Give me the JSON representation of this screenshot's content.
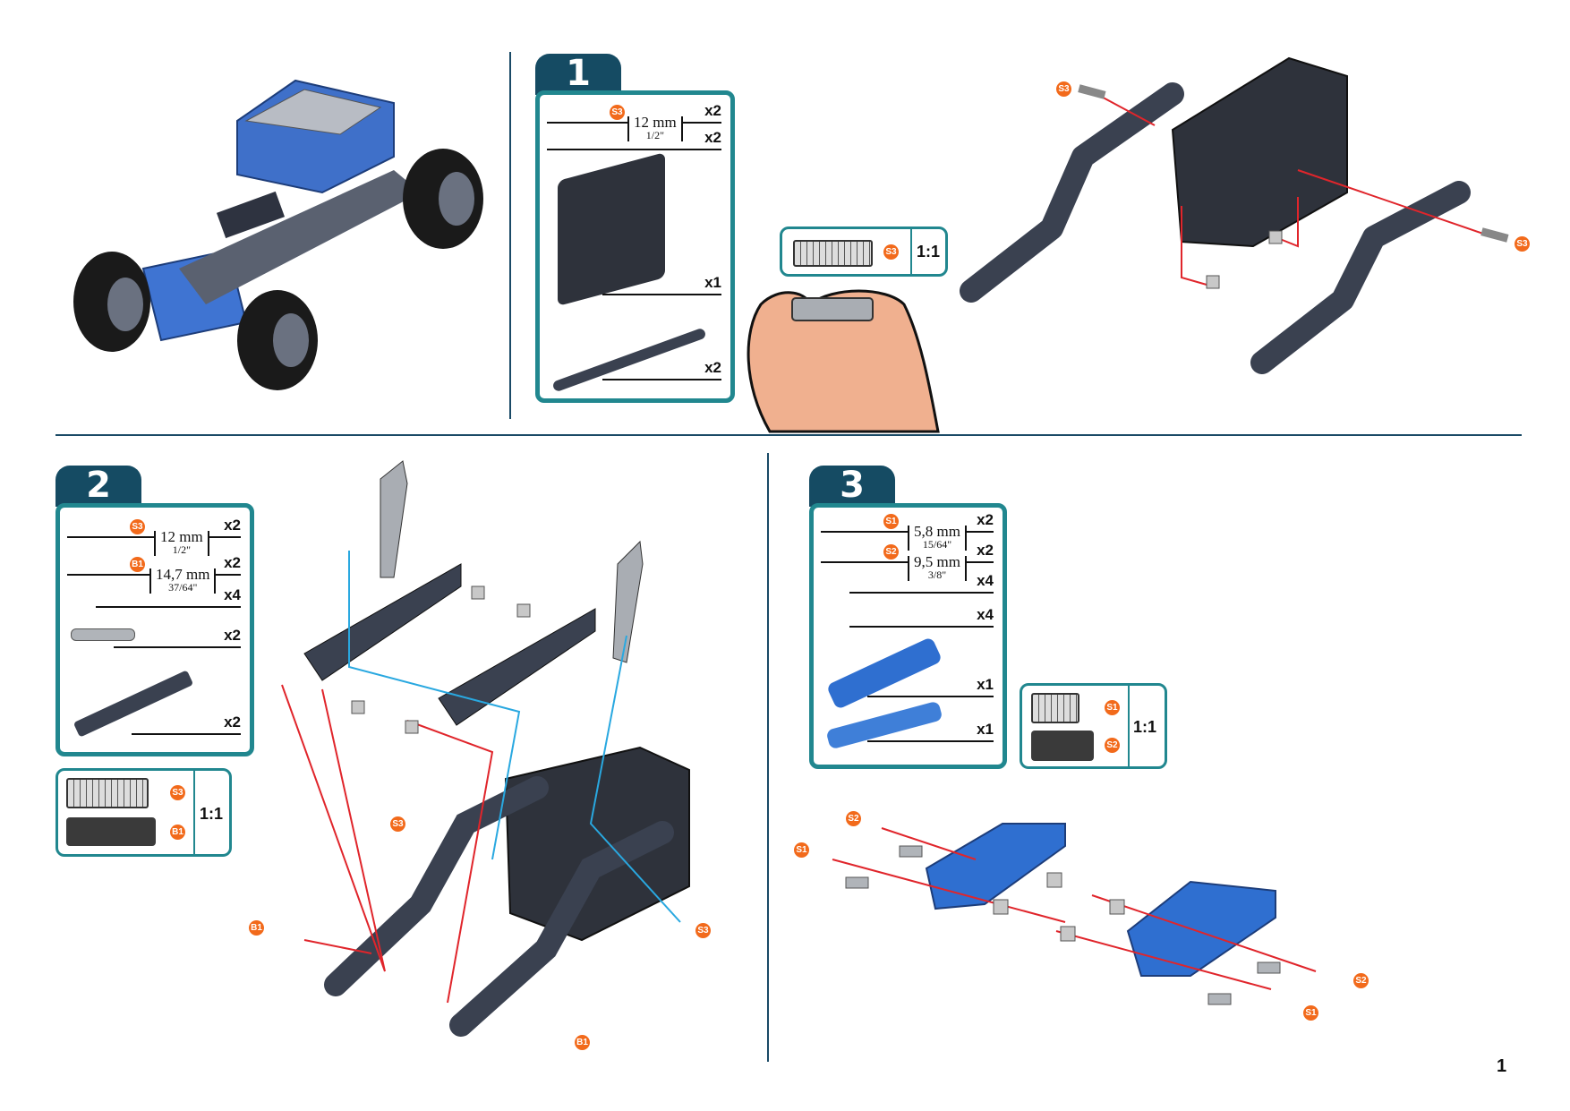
{
  "page_number": "1",
  "steps": [
    {
      "number": "1",
      "parts": [
        {
          "name": "screw",
          "badge": "S3",
          "size_mm": "12 mm",
          "size_in": "1/2\"",
          "qty": "x2"
        },
        {
          "name": "square-nut",
          "qty": "x2"
        },
        {
          "name": "servo-motor",
          "qty": "x1"
        },
        {
          "name": "bent-beam",
          "qty": "x2"
        }
      ],
      "scale": {
        "items": [
          {
            "badge": "S3"
          }
        ],
        "ratio": "1:1"
      },
      "callouts": [
        "S3",
        "S3"
      ]
    },
    {
      "number": "2",
      "parts": [
        {
          "name": "screw",
          "badge": "S3",
          "size_mm": "12 mm",
          "size_in": "1/2\"",
          "qty": "x2"
        },
        {
          "name": "black-screw",
          "badge": "B1",
          "size_mm": "14,7 mm",
          "size_in": "37/64\"",
          "qty": "x2"
        },
        {
          "name": "square-nut",
          "qty": "x4"
        },
        {
          "name": "angled-strip",
          "qty": "x2"
        },
        {
          "name": "u-channel-beam",
          "qty": "x2"
        }
      ],
      "scale": {
        "items": [
          {
            "badge": "S3"
          },
          {
            "badge": "B1"
          }
        ],
        "ratio": "1:1"
      },
      "callouts": [
        "S3",
        "B1",
        "S3",
        "B1"
      ]
    },
    {
      "number": "3",
      "parts": [
        {
          "name": "short-screw",
          "badge": "S1",
          "size_mm": "5,8 mm",
          "size_in": "15/64\"",
          "qty": "x2"
        },
        {
          "name": "black-short-screw",
          "badge": "S2",
          "size_mm": "9,5 mm",
          "size_in": "3/8\"",
          "qty": "x2"
        },
        {
          "name": "square-nut",
          "qty": "x4"
        },
        {
          "name": "angle-bracket",
          "qty": "x4"
        },
        {
          "name": "blue-plate-a",
          "qty": "x1"
        },
        {
          "name": "blue-plate-b",
          "qty": "x1"
        }
      ],
      "scale": {
        "items": [
          {
            "badge": "S1"
          },
          {
            "badge": "S2"
          }
        ],
        "ratio": "1:1"
      },
      "callouts": [
        "S2",
        "S1",
        "S2",
        "S1"
      ]
    }
  ],
  "colors": {
    "accent": "#21878f",
    "tab": "#154b63",
    "badge": "#f26a1b",
    "guide_red": "#e0252b",
    "guide_blue": "#29a8e0",
    "part_blue": "#2f6fd0",
    "part_dark": "#3a4150"
  }
}
